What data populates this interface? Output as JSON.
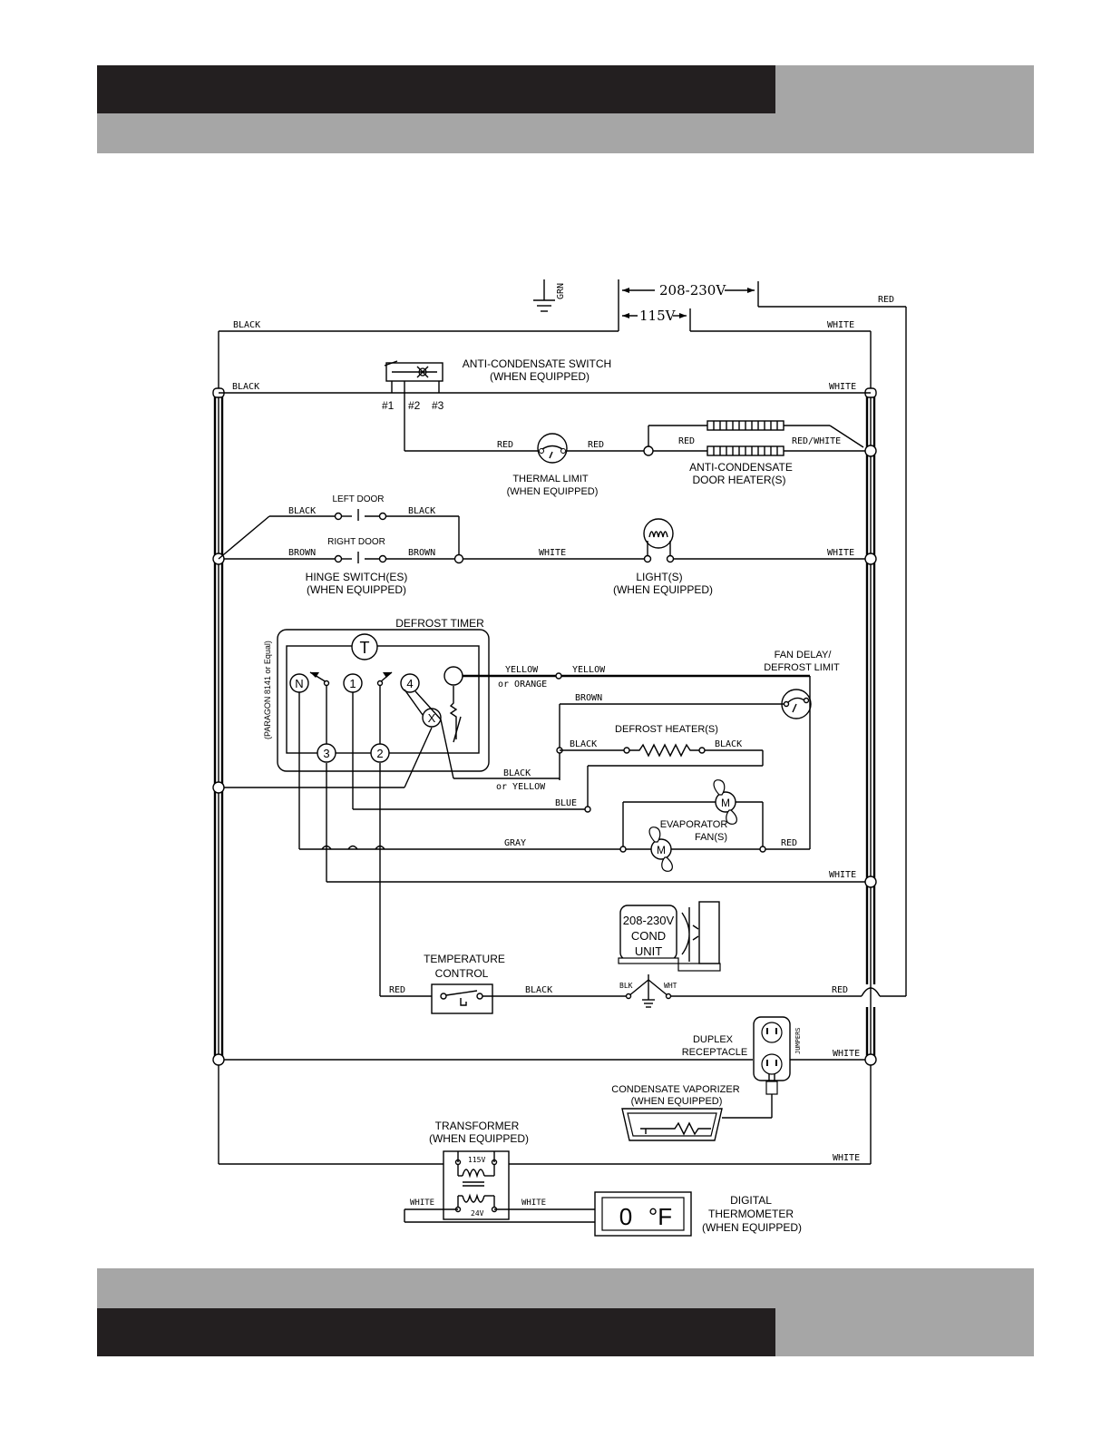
{
  "colors": {
    "band_dark": "#231f20",
    "band_light": "#a6a6a6"
  },
  "supply": {
    "v230": "208-230V",
    "v115": "115V",
    "ground": "GRN"
  },
  "wires": {
    "black": "BLACK",
    "white": "WHITE",
    "red": "RED",
    "brown": "BROWN",
    "yellow": "YELLOW",
    "yellow_or_orange": "or ORANGE",
    "or_yellow": "or YELLOW",
    "blue": "BLUE",
    "gray": "GRAY",
    "red_white": "RED/WHITE",
    "blk": "BLK",
    "wht": "WHT"
  },
  "components": {
    "ac_switch": {
      "line1": "ANTI-CONDENSATE SWITCH",
      "line2": "(WHEN EQUIPPED)",
      "t1": "#1",
      "t2": "#2",
      "t3": "#3"
    },
    "thermal_limit": {
      "line1": "THERMAL LIMIT",
      "line2": "(WHEN EQUIPPED)"
    },
    "door_heater": {
      "line1": "ANTI-CONDENSATE",
      "line2": "DOOR HEATER(S)"
    },
    "left_door": "LEFT DOOR",
    "right_door": "RIGHT DOOR",
    "hinge_switch": {
      "line1": "HINGE SWITCH(ES)",
      "line2": "(WHEN EQUIPPED)"
    },
    "light": {
      "line1": "LIGHT(S)",
      "line2": "(WHEN EQUIPPED)"
    },
    "defrost_timer": {
      "title": "DEFROST TIMER",
      "model": "(PARAGON 8141 or Equal)",
      "t": "T",
      "n": "N",
      "one": "1",
      "four": "4",
      "x": "X",
      "three": "3",
      "two": "2"
    },
    "fan_delay": {
      "line1": "FAN DELAY/",
      "line2": "DEFROST LIMIT"
    },
    "defrost_heater": "DEFROST HEATER(S)",
    "evap_fan": {
      "line1": "EVAPORATOR",
      "line2": "FAN(S)",
      "motor": "M"
    },
    "cond_unit": {
      "line1": "208-230V",
      "line2": "COND",
      "line3": "UNIT"
    },
    "temp_control": {
      "line1": "TEMPERATURE",
      "line2": "CONTROL"
    },
    "duplex": {
      "line1": "DUPLEX",
      "line2": "RECEPTACLE",
      "jumpers": "JUMPERS"
    },
    "vaporizer": {
      "line1": "CONDENSATE VAPORIZER",
      "line2": "(WHEN EQUIPPED)"
    },
    "transformer": {
      "line1": "TRANSFORMER",
      "line2": "(WHEN EQUIPPED)",
      "primary": "115V",
      "secondary": "24V"
    },
    "thermometer": {
      "line1": "DIGITAL",
      "line2": "THERMOMETER",
      "line3": "(WHEN EQUIPPED)",
      "reading": "0",
      "unit": "°F"
    }
  }
}
